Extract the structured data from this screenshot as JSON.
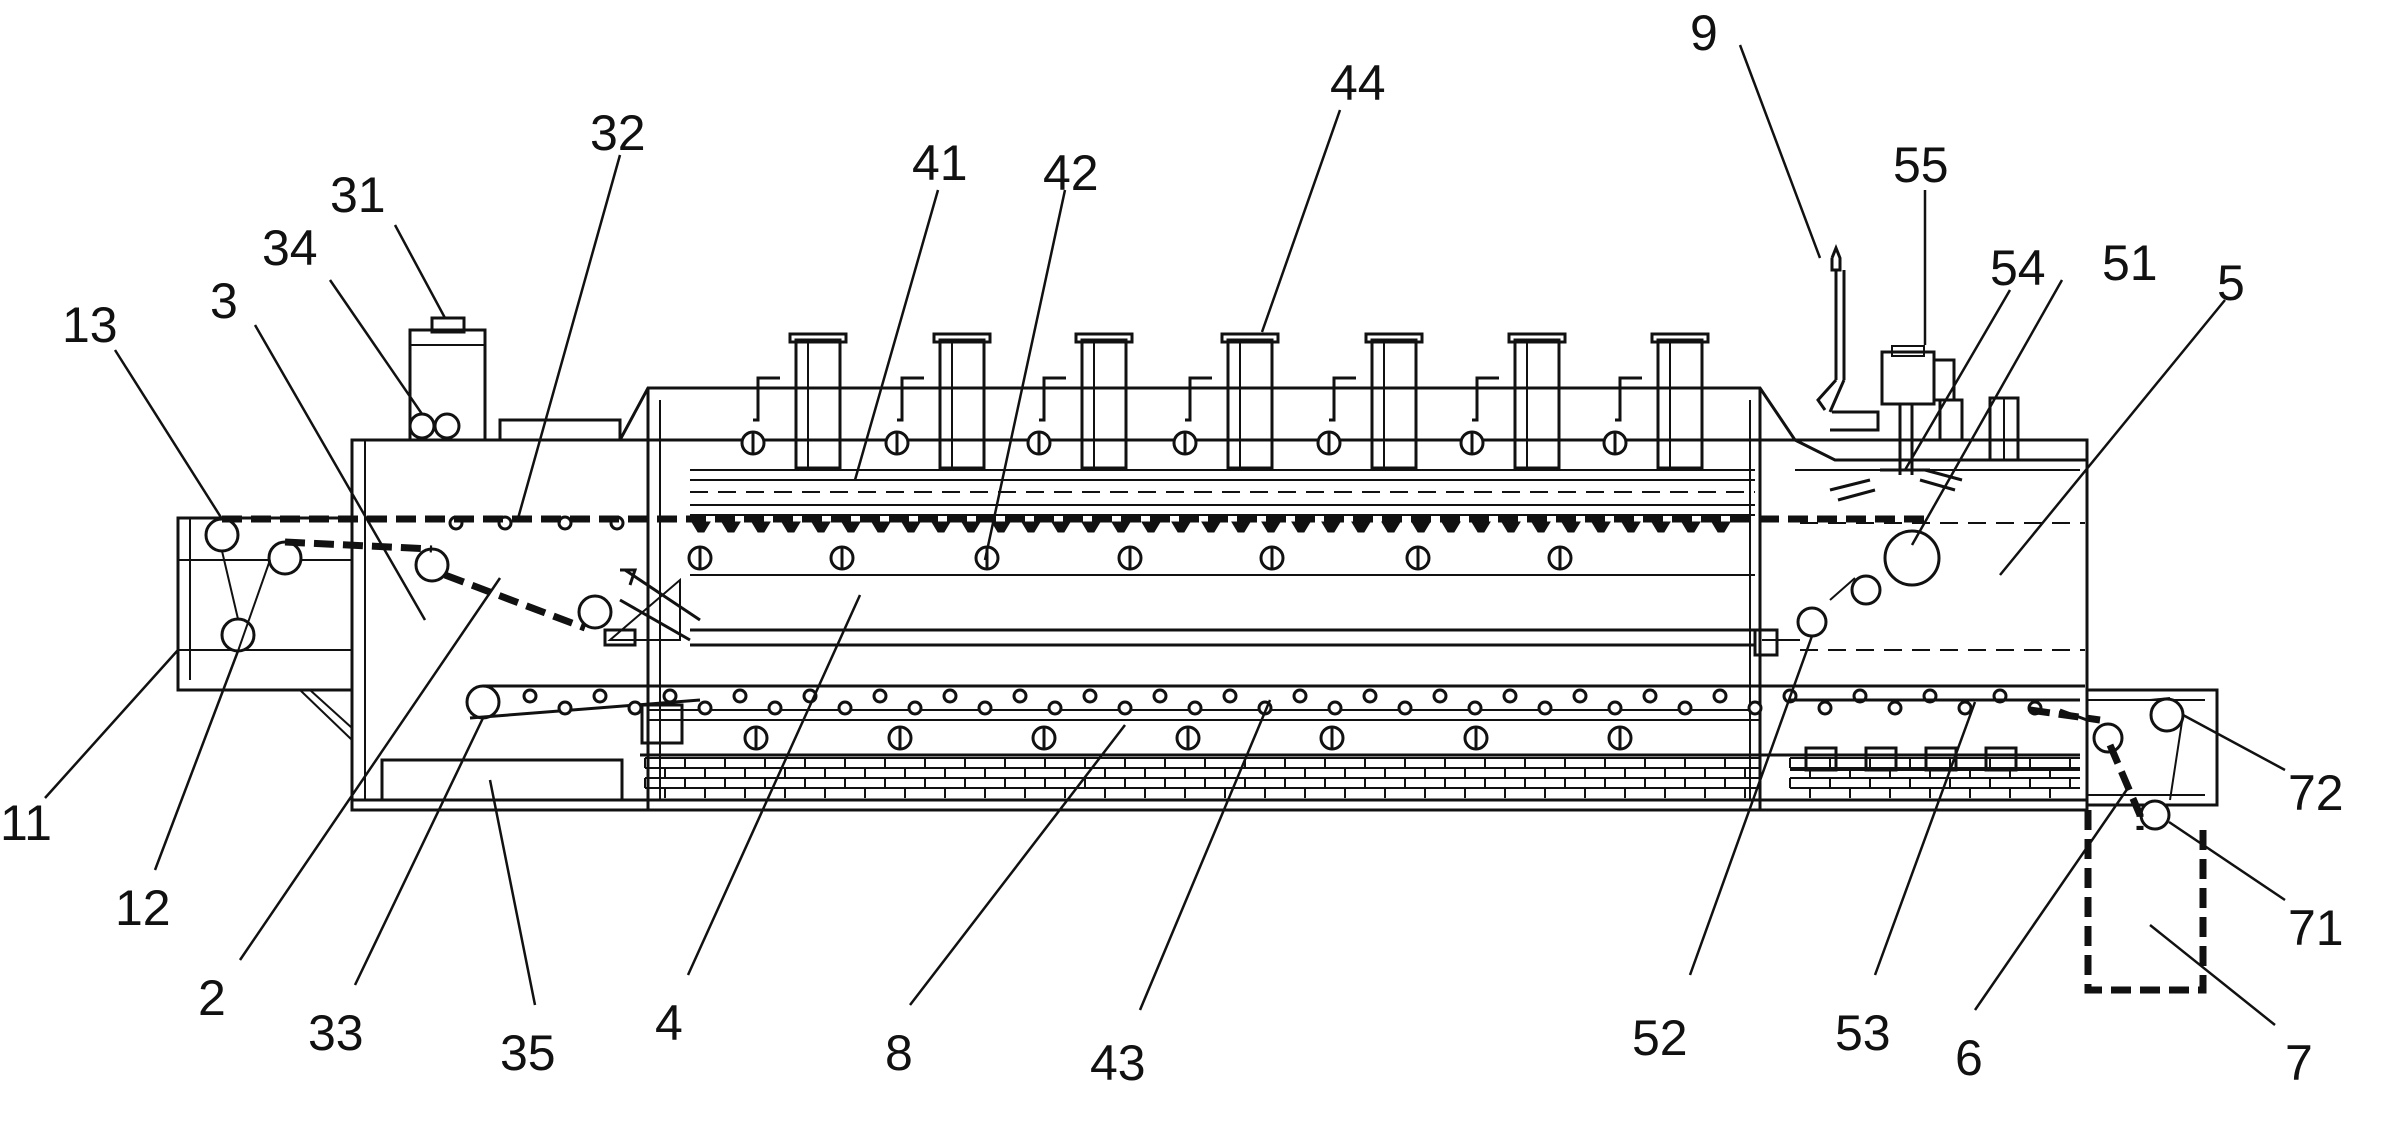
{
  "labels": [
    "9",
    "44",
    "55",
    "32",
    "41",
    "42",
    "54",
    "51",
    "5",
    "31",
    "34",
    "13",
    "3",
    "11",
    "12",
    "2",
    "33",
    "35",
    "4",
    "8",
    "43",
    "52",
    "53",
    "6",
    "72",
    "71",
    "7"
  ]
}
